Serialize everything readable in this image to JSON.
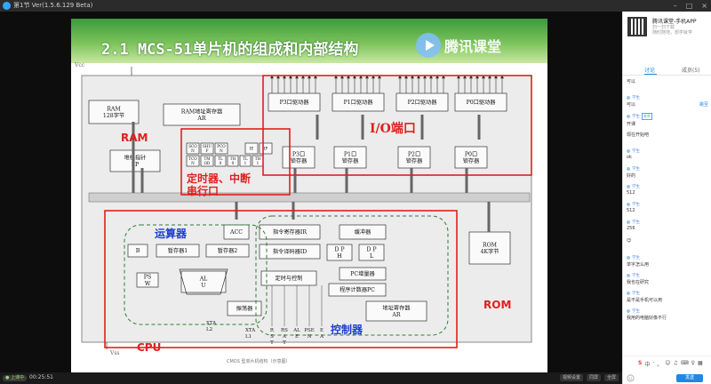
{
  "window": {
    "title": "第1节 Ver(1.5.6.129 Beta)",
    "controls": [
      "–",
      "□",
      "×"
    ]
  },
  "slide": {
    "title": "2.1 MCS-51单片机的组成和内部结构",
    "watermark": "腾讯课堂",
    "caption": "CMOS 型单片机结构（示意图）",
    "diagram": {
      "vcc": "Vcc",
      "vss": "Vss",
      "ram": "RAM\n128字节",
      "ram_addr": "RAM地址寄存器\nAR",
      "p3_drv": "P3口驱动器",
      "p1_drv": "P1口驱动器",
      "p2_drv": "P2口驱动器",
      "p0_drv": "P0口驱动器",
      "sp": "堆栈指针\nSP",
      "sco": "SCO\nN",
      "shi": "SHU\nF",
      "pco": "PCO\nN",
      "ie": "IE",
      "ip": "IP",
      "tco": "TCO\nN",
      "tm": "TM\nOD",
      "tl0": "TL\n0",
      "th0": "TH\n0",
      "tl1": "TL\n1",
      "th1": "TH\n1",
      "p3_latch": "P3口\n锁存器",
      "p1_latch": "P1口\n锁存器",
      "p2_latch": "P2口\n锁存器",
      "p0_latch": "P0口\n锁存器",
      "b": "B",
      "acc": "ACC",
      "tmp1": "暂存器1",
      "tmp2": "暂存器2",
      "psw": "PS\nW",
      "alu": "AL\nU",
      "ir": "指令寄存器IR",
      "id": "指令译码器ID",
      "dph": "D P\nH",
      "dpl": "D P\nL",
      "buffer": "缓冲器",
      "pc_inc": "PC增量器",
      "pc": "程序计数器PC",
      "rom": "ROM\n4K字节",
      "timing": "定时与控制",
      "osc": "振荡器",
      "rom_addr": "地址寄存器\nAR",
      "xtal2": "XTA\nL2",
      "xtal1": "XTA\nL1",
      "pins": [
        "R\nS\nT",
        "RS\nA\nT",
        "AL\nE",
        "PSE\nN",
        "E\nA"
      ],
      "labels": {
        "ram": "RAM",
        "io": "I/O端口",
        "timer": "定时器、中断\n串行口",
        "alu": "运算器",
        "ctrl": "控制器",
        "cpu": "CPU",
        "rom": "ROM"
      }
    }
  },
  "bottombar": {
    "status": "● 上课中",
    "elapsed": "00:25:51",
    "buttons": [
      "视频设置",
      "同屏",
      "全屏"
    ]
  },
  "panel": {
    "app_name": "腾讯课堂-手机APP",
    "app_sub": "扫一扫下载",
    "app_sub2": "随时随地，想学就学",
    "tabs": [
      "讨论",
      "成员(5)"
    ],
    "jump": "跳至",
    "messages": [
      {
        "name": "",
        "text": "可以"
      },
      {
        "name": "学生",
        "text": "可以"
      },
      {
        "name": "学生",
        "text": "开课",
        "badge": "老师"
      },
      {
        "name": "",
        "text": "现在开始吧"
      },
      {
        "name": "学生",
        "text": "ok"
      },
      {
        "name": "学生",
        "text": "好的"
      },
      {
        "name": "学生",
        "text": "512"
      },
      {
        "name": "学生",
        "text": "512"
      },
      {
        "name": "学生",
        "text": "256"
      },
      {
        "name": "",
        "text": "😊"
      },
      {
        "name": "学生",
        "text": "单字怎么用"
      },
      {
        "name": "学生",
        "text": "我也在研究"
      },
      {
        "name": "学生",
        "text": "是不是手机可以用"
      },
      {
        "name": "学生",
        "text": "我用的电脑好像不行"
      }
    ],
    "send": "发送",
    "ime": [
      "S",
      "中",
      "·",
      "。",
      "☺",
      "♫",
      "⌨",
      "♀",
      "▦"
    ]
  },
  "colors": {
    "accent": "#1e88e5",
    "title_green": "#3c9a3c",
    "annot_red": "#e01f1f",
    "annot_blue": "#1b3fd1",
    "dash_green": "#2e7d32"
  }
}
